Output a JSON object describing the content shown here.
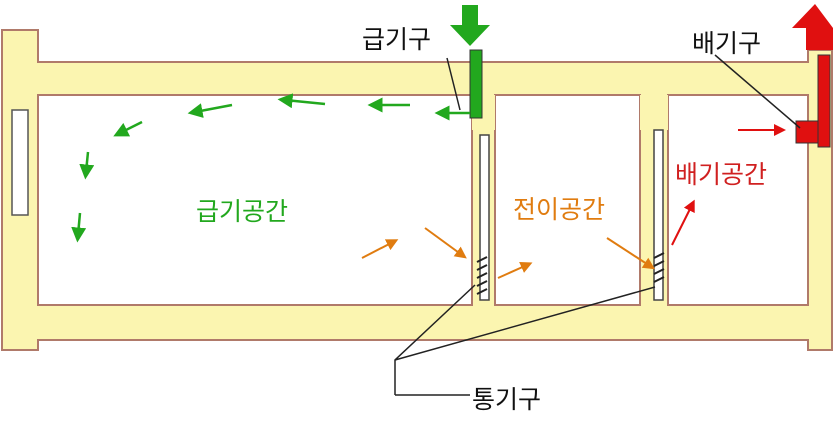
{
  "labels": {
    "supply_vent": "급기구",
    "exhaust_vent": "배기구",
    "supply_space": "급기공간",
    "transition_space": "전이공간",
    "exhaust_space": "배기공간",
    "passage_vent": "통기구"
  },
  "colors": {
    "wall": "#fbf5b0",
    "wall_edge": "#b07a6a",
    "supply": "#22a81e",
    "transition": "#e07c10",
    "exhaust": "#e01010"
  }
}
